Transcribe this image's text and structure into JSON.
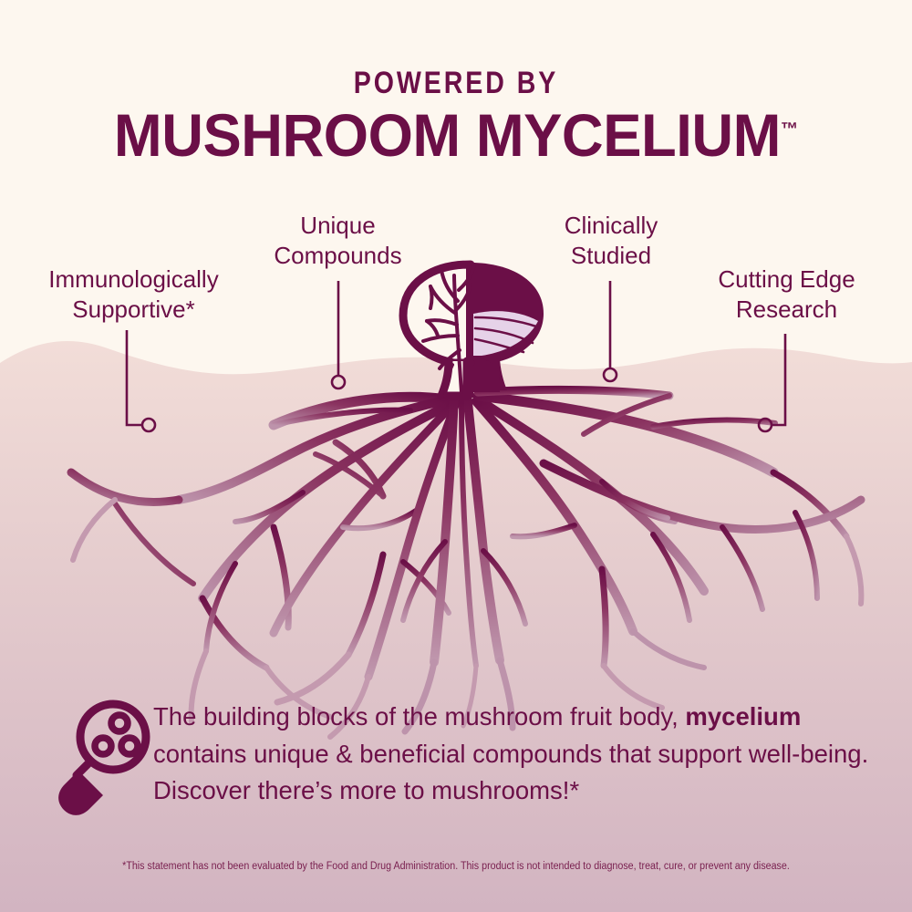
{
  "header": {
    "eyebrow": "POWERED BY",
    "title": "MUSHROOM MYCELIUM",
    "trademark": "™"
  },
  "callouts": [
    {
      "id": "immunologically-supportive",
      "label": "Immunologically\nSupportive*",
      "side": "left"
    },
    {
      "id": "unique-compounds",
      "label": "Unique\nCompounds",
      "side": "left"
    },
    {
      "id": "clinically-studied",
      "label": "Clinically\nStudied",
      "side": "right"
    },
    {
      "id": "cutting-edge-research",
      "label": "Cutting Edge\nResearch",
      "side": "right"
    }
  ],
  "body": {
    "part1": "The building blocks of the mushroom fruit body, ",
    "emphasis": "mycelium",
    "part2": " contains unique & beneficial compounds that support well-being. Discover there’s more to mushrooms!*"
  },
  "disclaimer": "*This statement has not been evaluated by the Food and Drug Administration. This product is not intended to diagnose, treat, cure, or prevent any disease.",
  "icons": {
    "magnifier": "magnifier-spores-icon",
    "mushroom": "mushroom-mycelium-illustration"
  },
  "colors": {
    "deep_purple": "#6B0F47",
    "cream": "#FDF7EF",
    "soil_top": "#F2DCD8",
    "soil_bottom": "#D1B2C0",
    "gill_lavender": "#E6D2E8",
    "root_far": "#B98AA4"
  }
}
